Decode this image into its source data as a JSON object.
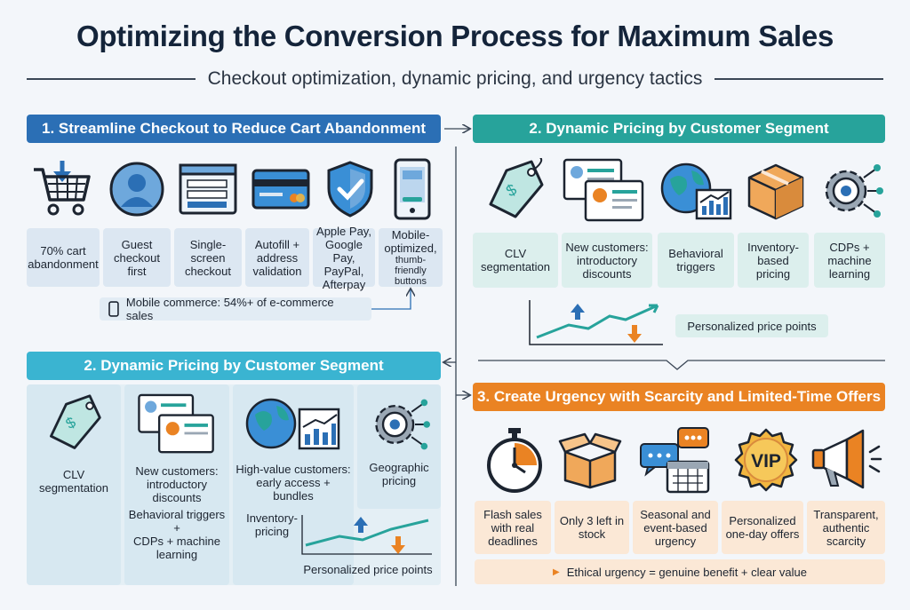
{
  "header": {
    "title": "Optimizing the Conversion Process for Maximum Sales",
    "subtitle": "Checkout optimization, dynamic pricing, and urgency tactics"
  },
  "section1": {
    "banner": "1. Streamline Checkout to Reduce Cart Abandonment",
    "items": [
      {
        "label": "70% cart abandonment",
        "icon": "shopping-cart-icon"
      },
      {
        "label": "Guest checkout first",
        "icon": "user-avatar-icon"
      },
      {
        "label": "Single-screen checkout",
        "icon": "login-form-icon"
      },
      {
        "label": "Autofill + address validation",
        "icon": "credit-card-icon"
      },
      {
        "label": "Apple Pay, Google Pay, PayPal, Afterpay",
        "icon": "shield-check-icon"
      },
      {
        "label": "Mobile-optimized,",
        "label2": "thumb-friendly buttons",
        "icon": "smartphone-icon"
      }
    ],
    "note": "Mobile commerce: 54%+ of e-commerce sales"
  },
  "section2_top": {
    "banner": "2. Dynamic Pricing by Customer Segment",
    "items": [
      {
        "label": "CLV segmentation",
        "icon": "price-tag-icon"
      },
      {
        "label": "New customers: introductory discounts",
        "icon": "profile-cards-icon"
      },
      {
        "label": "Behavioral triggers",
        "icon": "globe-chart-icon"
      },
      {
        "label": "Inventory-based pricing",
        "icon": "box-icon"
      },
      {
        "label": "CDPs + machine learning",
        "icon": "gear-network-icon"
      }
    ],
    "note": "Personalized price points"
  },
  "section2_bottom": {
    "banner": "2. Dynamic Pricing by Customer Segment",
    "clv": "CLV segmentation",
    "new_customers": "New customers: introductory discounts",
    "behavioral": "Behavioral triggers",
    "plus": "+",
    "cdps": "CDPs + machine learning",
    "high_value": "High-value customers: early access + bundles",
    "inventory": "Inventory-pricing",
    "geographic": "Geographic pricing",
    "note": "Personalized price points"
  },
  "section3": {
    "banner": "3. Create Urgency with Scarcity and Limited-Time Offers",
    "items": [
      {
        "label": "Flash sales with real deadlines",
        "icon": "stopwatch-icon"
      },
      {
        "label": "Only 3 left in stock",
        "icon": "open-box-icon"
      },
      {
        "label": "Seasonal and event-based urgency",
        "icon": "calendar-chat-icon"
      },
      {
        "label": "Personalized one-day offers",
        "icon": "vip-badge-icon"
      },
      {
        "label": "Transparent, authentic scarcity",
        "icon": "megaphone-icon"
      }
    ],
    "vip_text": "VIP",
    "note": "Ethical urgency = genuine benefit + clear value"
  },
  "colors": {
    "blue": "#2b6fb5",
    "teal": "#27a39b",
    "cyan": "#3ab4d1",
    "orange": "#ea8323"
  }
}
